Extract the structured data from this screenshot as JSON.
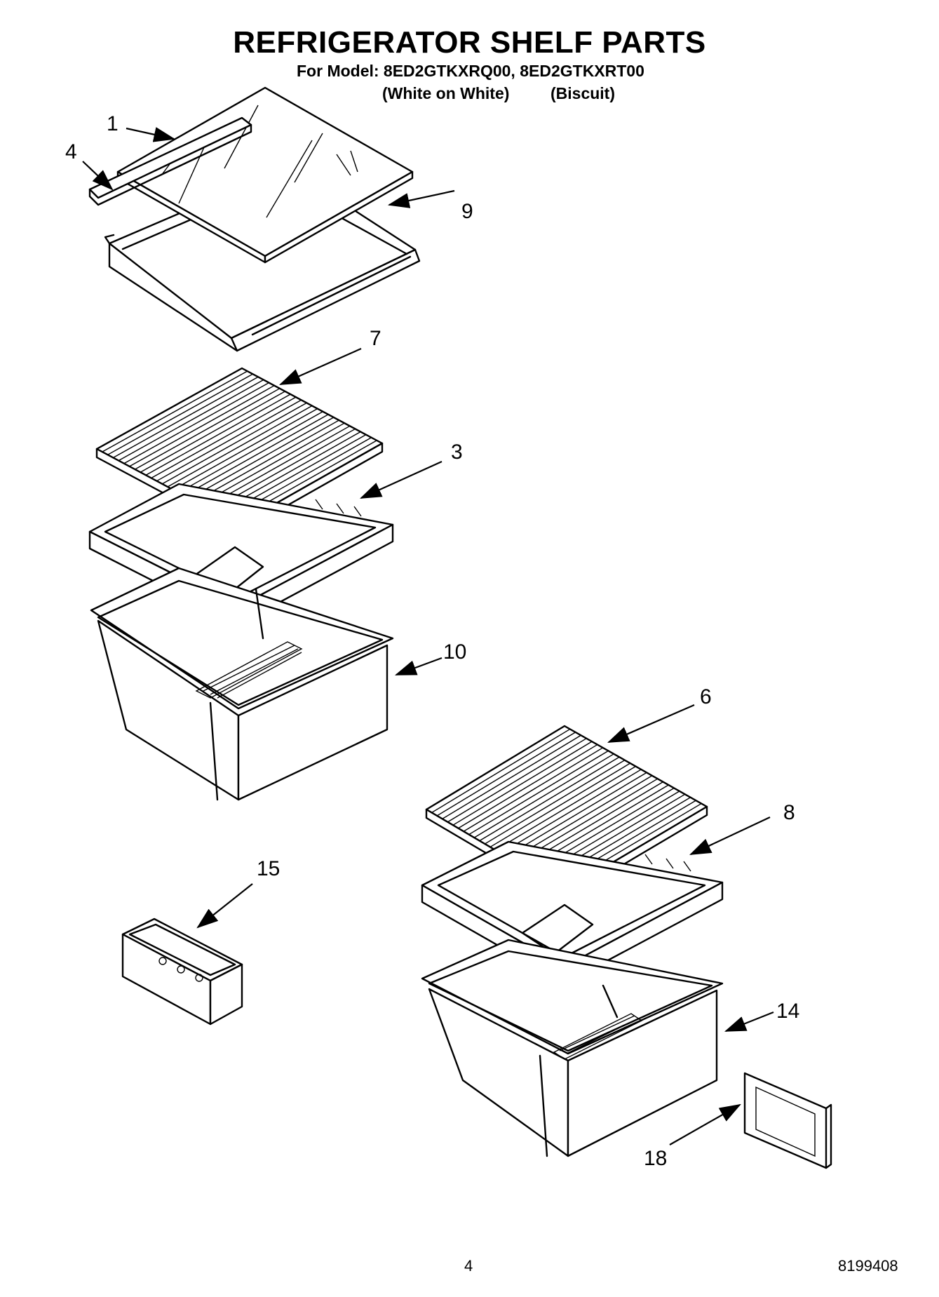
{
  "title": "REFRIGERATOR SHELF PARTS",
  "model_line": "For Model: 8ED2GTKXRQ00, 8ED2GTKXRT00",
  "variants": [
    "(White on White)",
    "(Biscuit)"
  ],
  "callouts": [
    {
      "id": "c1",
      "label": "1"
    },
    {
      "id": "c4",
      "label": "4"
    },
    {
      "id": "c9",
      "label": "9"
    },
    {
      "id": "c7",
      "label": "7"
    },
    {
      "id": "c3",
      "label": "3"
    },
    {
      "id": "c10",
      "label": "10"
    },
    {
      "id": "c6",
      "label": "6"
    },
    {
      "id": "c8",
      "label": "8"
    },
    {
      "id": "c15",
      "label": "15"
    },
    {
      "id": "c14",
      "label": "14"
    },
    {
      "id": "c18",
      "label": "18"
    }
  ],
  "page_number": "4",
  "doc_number": "8199408"
}
